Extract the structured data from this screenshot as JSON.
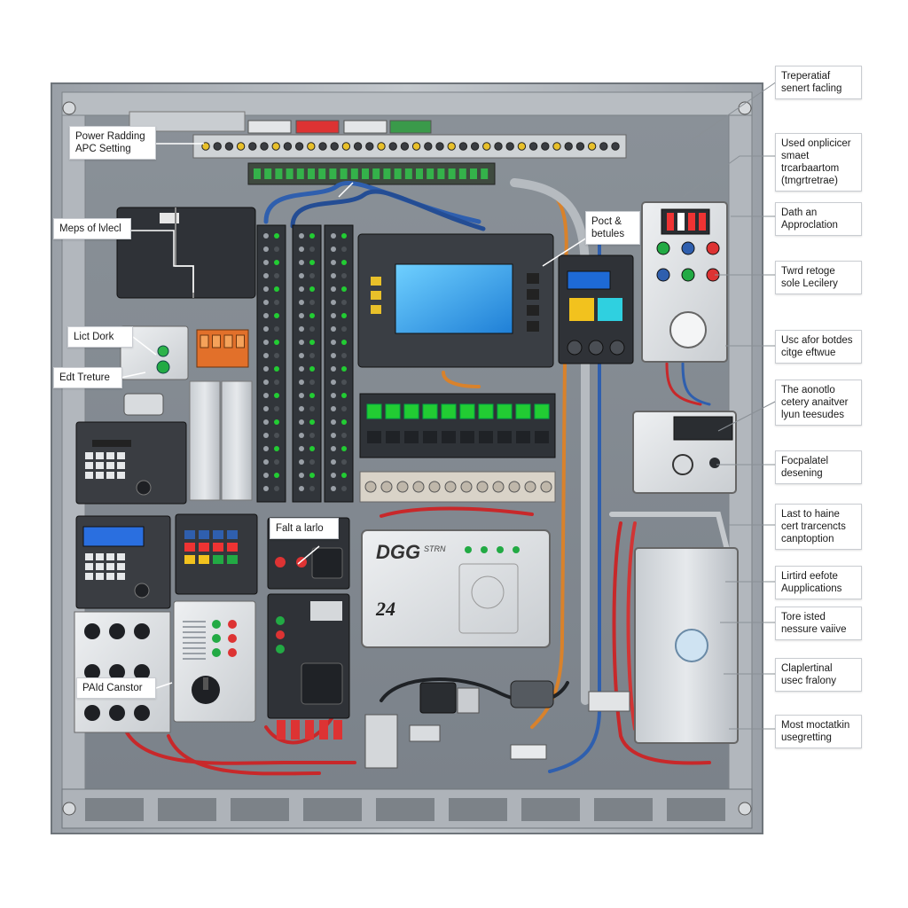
{
  "colors": {
    "cabinet_frame": "#a9aeb4",
    "back_panel": "#8e959c",
    "wire_blue": "#2f5fae",
    "wire_red": "#c8282a",
    "wire_orange": "#d9822b",
    "led_green": "#22cc33",
    "screen_blue": "#3aa7f0",
    "module_dark": "#2f3237"
  },
  "callouts": {
    "left": [
      {
        "text": "Power Radding\nAPC Setting"
      },
      {
        "text": "Meps of lvlecl"
      },
      {
        "text": "Lict Dork"
      },
      {
        "text": "Edt Treture"
      },
      {
        "text": "PAId Canstor"
      }
    ],
    "inner": [
      {
        "text": "Poct &\nbetules"
      },
      {
        "text": "Falt a larlo"
      }
    ],
    "right": [
      {
        "text": "Treperatiaf\nsenert facling"
      },
      {
        "text": "Used onplicicer\nsmaet trcarbaartom\n(tmgrtretrae)"
      },
      {
        "text": "Dath an\nApproclation"
      },
      {
        "text": "Twrd retoge\nsole Lecilery"
      },
      {
        "text": "Usc afor botdes\ncitge eftwue"
      },
      {
        "text": "The aonotlo\ncetery anaitver\nlyun teesudes"
      },
      {
        "text": "Focpalatel\ndesening"
      },
      {
        "text": "Last to haine\ncert trarcencts\ncanptoption"
      },
      {
        "text": "Lirtird eefote\nAupplications"
      },
      {
        "text": "Tore isted\nnessure vaiive"
      },
      {
        "text": "Claplertinal\nusec fralony"
      },
      {
        "text": "Most moctatkin\nusegretting"
      }
    ]
  },
  "device_labels": {
    "logo": "DGG",
    "logo_sub": "STRN",
    "model": "24"
  }
}
